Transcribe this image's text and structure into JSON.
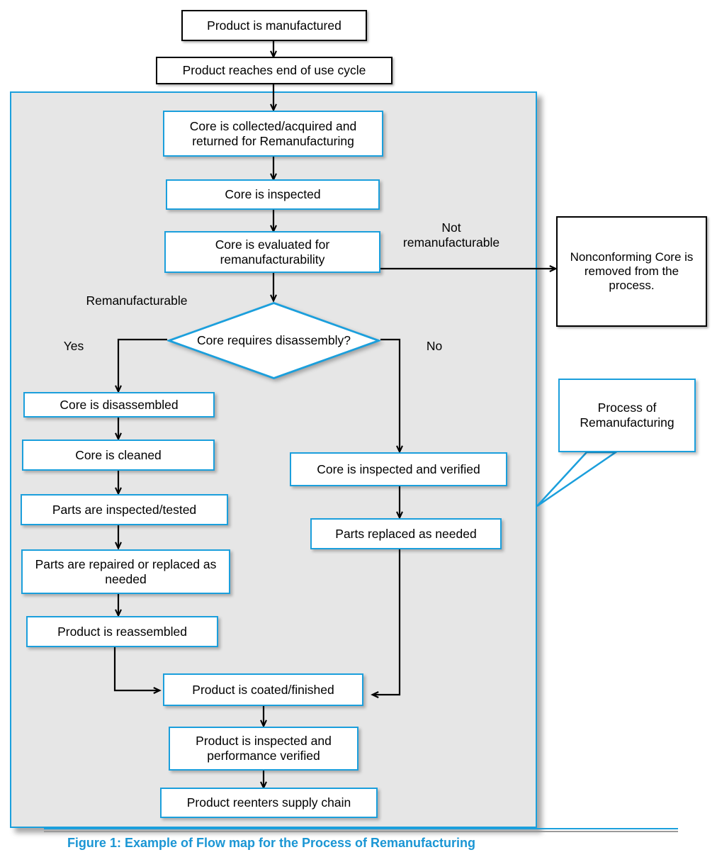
{
  "figure": {
    "caption": "Figure 1: Example of Flow map for the Process of Remanufacturing",
    "caption_color": "#1B96D4",
    "accent_color": "#1B9FDC",
    "container_fill": "#E6E6E6",
    "outline_black": "#000000"
  },
  "nodes": {
    "product_manufactured": "Product is manufactured",
    "end_of_use_cycle": "Product reaches end of use cycle",
    "core_collected": "Core is collected/acquired and returned for Remanufacturing",
    "core_inspected": "Core is inspected",
    "core_evaluated": "Core is evaluated for remanufacturability",
    "nonconforming_core": "Nonconforming Core is removed from the process.",
    "decision": "Core requires disassembly?",
    "core_disassembled": "Core is disassembled",
    "core_cleaned": "Core is cleaned",
    "parts_inspected_tested": "Parts are inspected/tested",
    "parts_repaired_replaced": "Parts are repaired or replaced as needed",
    "product_reassembled": "Product is reassembled",
    "core_inspected_verified": "Core is inspected and verified",
    "parts_replaced_as_needed": "Parts replaced as needed",
    "product_coated": "Product is coated/finished",
    "product_inspected_verified": "Product is inspected and performance verified",
    "product_reenters": "Product reenters supply chain"
  },
  "edge_labels": {
    "not_remanufacturable": "Not\nremanufacturable",
    "remanufacturable": "Remanufacturable",
    "yes": "Yes",
    "no": "No"
  },
  "callout": {
    "text": "Process of Remanufacturing"
  }
}
